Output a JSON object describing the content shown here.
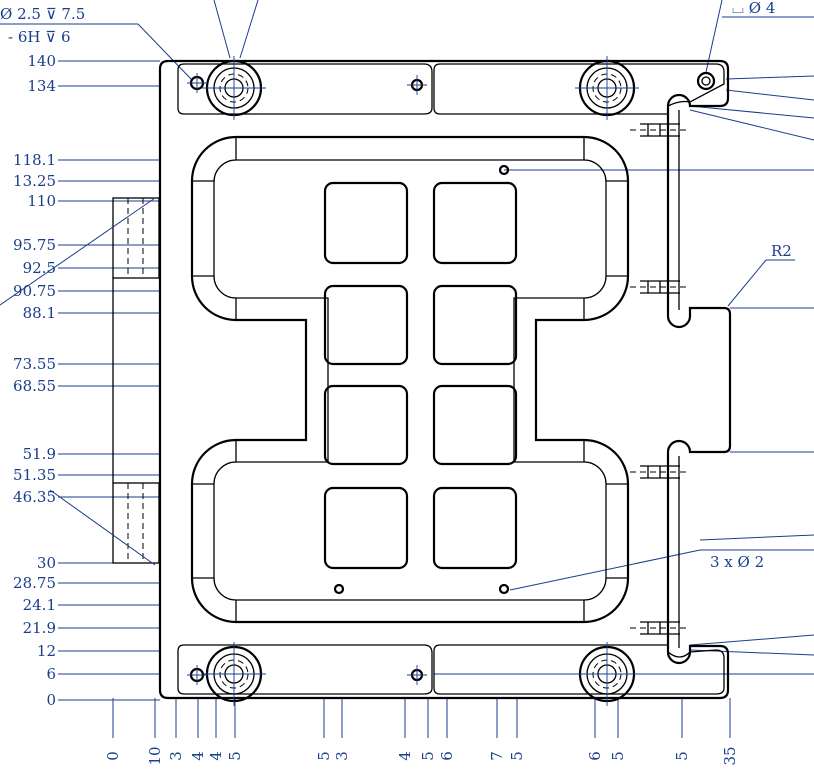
{
  "colors": {
    "dimension": "#1a3e8c",
    "outline": "#000000",
    "background": "#ffffff"
  },
  "callouts": {
    "hole_line1": "Ø 2.5 ⊽ 7.5",
    "hole_line2": "- 6H ⊽ 6",
    "cbore": "⌴ Ø 4",
    "radius": "R2",
    "holes3": "3 x Ø 2"
  },
  "left_dims": [
    {
      "label": "140",
      "row": 61
    },
    {
      "label": "134",
      "row": 86
    },
    {
      "label": "118.1",
      "row": 160
    },
    {
      "label": "13.25",
      "row": 181
    },
    {
      "label": "110",
      "row": 201
    },
    {
      "label": "95.75",
      "row": 245
    },
    {
      "label": "92.5",
      "row": 268
    },
    {
      "label": "90.75",
      "row": 291
    },
    {
      "label": "88.1",
      "row": 313
    },
    {
      "label": "73.55",
      "row": 364
    },
    {
      "label": "68.55",
      "row": 386
    },
    {
      "label": "51.9",
      "row": 454
    },
    {
      "label": "51.35",
      "row": 475
    },
    {
      "label": "46.35",
      "row": 497
    },
    {
      "label": "30",
      "row": 563
    },
    {
      "label": "28.75",
      "row": 583
    },
    {
      "label": "24.1",
      "row": 605
    },
    {
      "label": "21.9",
      "row": 628
    },
    {
      "label": "12",
      "row": 651
    },
    {
      "label": "6",
      "row": 674
    },
    {
      "label": "0",
      "row": 700
    }
  ],
  "bottom_dims": [
    {
      "label": "0",
      "col": 113
    },
    {
      "label": "10",
      "col": 155
    },
    {
      "label": "3",
      "col": 176
    },
    {
      "label": "4",
      "col": 198
    },
    {
      "label": "4",
      "col": 216
    },
    {
      "label": "5",
      "col": 235
    },
    {
      "label": "5",
      "col": 324
    },
    {
      "label": "3",
      "col": 342
    },
    {
      "label": "4",
      "col": 405
    },
    {
      "label": "5",
      "col": 428
    },
    {
      "label": "6",
      "col": 447
    },
    {
      "label": "7",
      "col": 497
    },
    {
      "label": "5",
      "col": 517
    },
    {
      "label": "6",
      "col": 595
    },
    {
      "label": "5",
      "col": 618
    },
    {
      "label": "5",
      "col": 682
    },
    {
      "label": "35",
      "col": 730
    }
  ]
}
